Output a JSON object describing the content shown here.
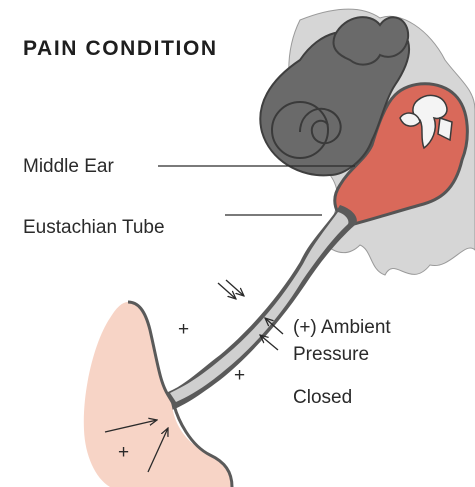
{
  "title": "PAIN CONDITION",
  "labels": {
    "middle_ear": "Middle Ear",
    "eustachian_tube": "Eustachian Tube",
    "ambient_pressure_line1": "(+) Ambient",
    "ambient_pressure_line2": "Pressure",
    "state": "Closed"
  },
  "pressure_signs": {
    "tube_upper": "+",
    "tube_lower": "+",
    "throat": "+"
  },
  "colors": {
    "middle_ear_fill": "#d9695a",
    "tube_wall": "#5a5a5a",
    "tube_lumen": "#cfcfcf",
    "skull_gray": "#d6d6d6",
    "cochlea_dark": "#555555",
    "throat_fill": "#f7d4c6"
  }
}
